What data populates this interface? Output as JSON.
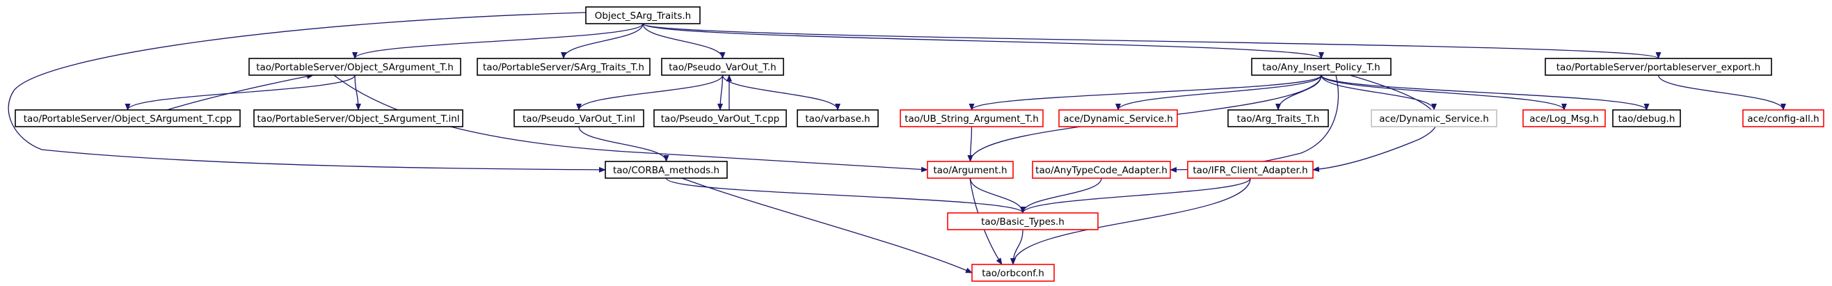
{
  "colors": {
    "edge": "#191970",
    "border_default": "#000000",
    "border_undocumented": "#ff0000",
    "border_external": "#bfbfbf",
    "root_fill": "#bfbfbf"
  },
  "nodes": [
    {
      "id": "n0",
      "label": "Object_SArg_Traits.h",
      "style": "root"
    },
    {
      "id": "n1",
      "label": "tao/PortableServer/Object_SArgument_T.h",
      "style": "default"
    },
    {
      "id": "n2",
      "label": "tao/PortableServer/SArg_Traits_T.h",
      "style": "default"
    },
    {
      "id": "n3",
      "label": "tao/Pseudo_VarOut_T.h",
      "style": "default"
    },
    {
      "id": "n4",
      "label": "tao/Any_Insert_Policy_T.h",
      "style": "default"
    },
    {
      "id": "n5",
      "label": "tao/PortableServer/portableserver_export.h",
      "style": "default"
    },
    {
      "id": "n6",
      "label": "tao/PortableServer/Object_SArgument_T.cpp",
      "style": "default"
    },
    {
      "id": "n7",
      "label": "tao/PortableServer/Object_SArgument_T.inl",
      "style": "default"
    },
    {
      "id": "n8",
      "label": "tao/Pseudo_VarOut_T.inl",
      "style": "default"
    },
    {
      "id": "n9",
      "label": "tao/Pseudo_VarOut_T.cpp",
      "style": "default"
    },
    {
      "id": "n10",
      "label": "tao/varbase.h",
      "style": "default"
    },
    {
      "id": "n11",
      "label": "tao/UB_String_Argument_T.h",
      "style": "red"
    },
    {
      "id": "n12",
      "label": "ace/Dynamic_Service.h",
      "style": "red"
    },
    {
      "id": "n13",
      "label": "tao/Arg_Traits_T.h",
      "style": "default"
    },
    {
      "id": "n14",
      "label": "ace/Dynamic_Service.h",
      "style": "gray"
    },
    {
      "id": "n15",
      "label": "ace/Log_Msg.h",
      "style": "red"
    },
    {
      "id": "n16",
      "label": "tao/debug.h",
      "style": "default"
    },
    {
      "id": "n17",
      "label": "ace/config-all.h",
      "style": "red"
    },
    {
      "id": "n18",
      "label": "tao/CORBA_methods.h",
      "style": "default"
    },
    {
      "id": "n19",
      "label": "tao/Argument.h",
      "style": "red"
    },
    {
      "id": "n20",
      "label": "tao/AnyTypeCode_Adapter.h",
      "style": "red"
    },
    {
      "id": "n21",
      "label": "tao/IFR_Client_Adapter.h",
      "style": "red"
    },
    {
      "id": "n22",
      "label": "tao/Basic_Types.h",
      "style": "red"
    },
    {
      "id": "n23",
      "label": "tao/orbconf.h",
      "style": "red"
    }
  ],
  "edges": [
    {
      "from": "n0",
      "to": "n1"
    },
    {
      "from": "n0",
      "to": "n2"
    },
    {
      "from": "n0",
      "to": "n3"
    },
    {
      "from": "n0",
      "to": "n4"
    },
    {
      "from": "n0",
      "to": "n5"
    },
    {
      "from": "n0",
      "to": "n18"
    },
    {
      "from": "n1",
      "to": "n6"
    },
    {
      "from": "n6",
      "to": "n1"
    },
    {
      "from": "n1",
      "to": "n7"
    },
    {
      "from": "n1",
      "to": "n19"
    },
    {
      "from": "n3",
      "to": "n8"
    },
    {
      "from": "n3",
      "to": "n9"
    },
    {
      "from": "n9",
      "to": "n3"
    },
    {
      "from": "n3",
      "to": "n10"
    },
    {
      "from": "n8",
      "to": "n18"
    },
    {
      "from": "n4",
      "to": "n11"
    },
    {
      "from": "n4",
      "to": "n12"
    },
    {
      "from": "n4",
      "to": "n13"
    },
    {
      "from": "n4",
      "to": "n14"
    },
    {
      "from": "n4",
      "to": "n15"
    },
    {
      "from": "n4",
      "to": "n16"
    },
    {
      "from": "n4",
      "to": "n19"
    },
    {
      "from": "n4",
      "to": "n20"
    },
    {
      "from": "n4",
      "to": "n21"
    },
    {
      "from": "n5",
      "to": "n17"
    },
    {
      "from": "n11",
      "to": "n19"
    },
    {
      "from": "n18",
      "to": "n22"
    },
    {
      "from": "n18",
      "to": "n23"
    },
    {
      "from": "n19",
      "to": "n22"
    },
    {
      "from": "n19",
      "to": "n23"
    },
    {
      "from": "n20",
      "to": "n22"
    },
    {
      "from": "n21",
      "to": "n22"
    },
    {
      "from": "n21",
      "to": "n23"
    },
    {
      "from": "n22",
      "to": "n23"
    }
  ]
}
